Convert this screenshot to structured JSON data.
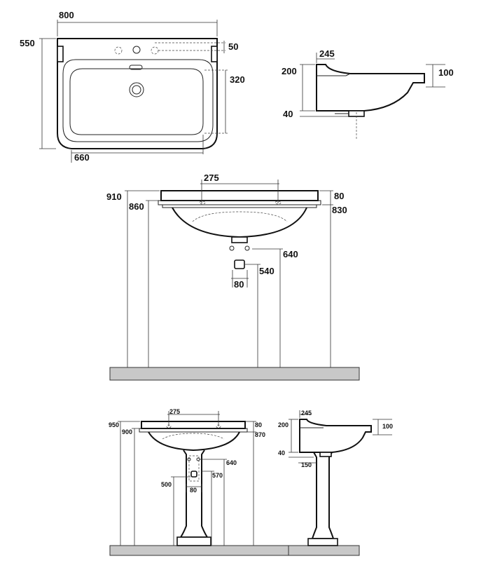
{
  "top_view": {
    "width": "800",
    "depth": "550",
    "tap_offset": "50",
    "bowl_depth": "320",
    "bowl_width": "660"
  },
  "side_view": {
    "rim_depth": "245",
    "height": "200",
    "front_height": "100",
    "drain_height": "40"
  },
  "wall_view": {
    "tap_spacing": "275",
    "total_height": "910",
    "rim_height": "860",
    "top_front": "80",
    "front_height": "830",
    "outlet_height": "640",
    "drain_height": "540",
    "drain_width": "80"
  },
  "pedestal_front": {
    "tap_spacing": "275",
    "total_height": "950",
    "rim_height": "900",
    "top_front": "80",
    "front_height": "870",
    "outlet_height": "640",
    "pedestal_height": "570",
    "drain_height": "500",
    "pedestal_width": "80"
  },
  "pedestal_side": {
    "rim_depth": "245",
    "height": "200",
    "front_height": "100",
    "drain_height": "40",
    "pedestal_depth": "150"
  }
}
